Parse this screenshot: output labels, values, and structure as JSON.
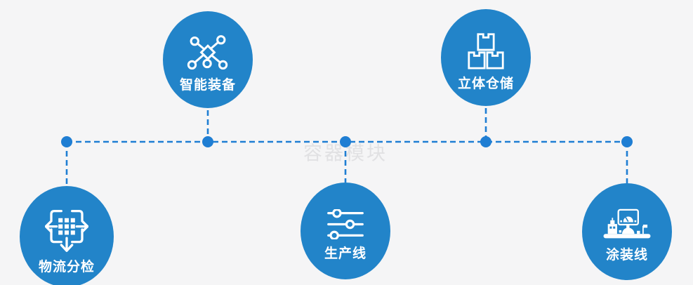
{
  "watermark": "容器模块",
  "palette": {
    "background": "#f5f5f6",
    "node_blue": "#2284c9",
    "connector_blue": "#1f7ed3",
    "icon_and_label_white": "#ffffff",
    "watermark_gray": "#e1e1e3"
  },
  "nodes": [
    {
      "label": "智能装备",
      "icon": "network-nodes-icon",
      "position": "top-left"
    },
    {
      "label": "立体仓储",
      "icon": "stacked-boxes-icon",
      "position": "top-right"
    },
    {
      "label": "物流分检",
      "icon": "sorting-distribution-icon",
      "position": "bottom-left"
    },
    {
      "label": "生产线",
      "icon": "sliders-icon",
      "position": "bottom-center"
    },
    {
      "label": "涂装线",
      "icon": "coating-station-icon",
      "position": "bottom-right"
    }
  ],
  "connections": [
    "horizontal-bus-line",
    "smart-equipment-drop",
    "stereo-warehouse-drop",
    "logistics-sorting-drop",
    "production-line-drop",
    "coating-line-drop"
  ]
}
